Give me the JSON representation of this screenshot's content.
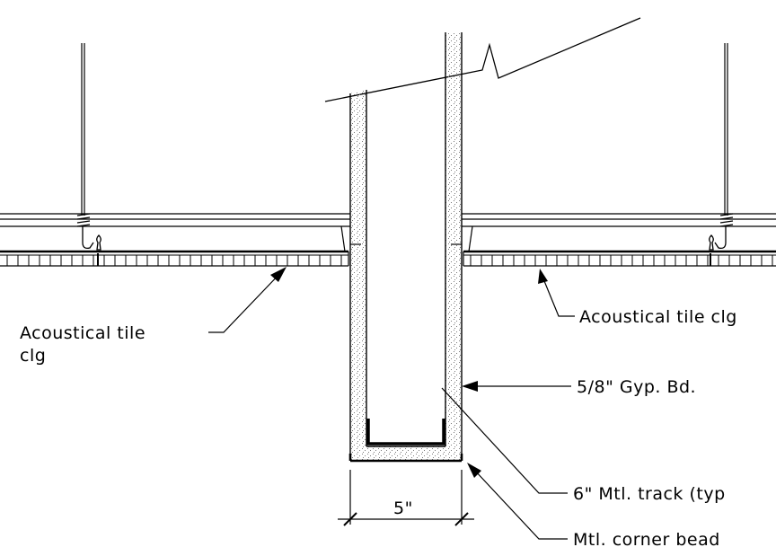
{
  "labels": {
    "tile_left_line1": "Acoustical tile",
    "tile_left_line2": "clg",
    "tile_right": "Acoustical tile clg",
    "gyp_bd": "5/8\" Gyp. Bd.",
    "track": "6\" Mtl. track (typ",
    "corner_bead": "Mtl. corner bead",
    "dimension": "5\""
  },
  "colors": {
    "line": "#000000",
    "stipple": "#7a7a7a",
    "background": "#ffffff"
  }
}
